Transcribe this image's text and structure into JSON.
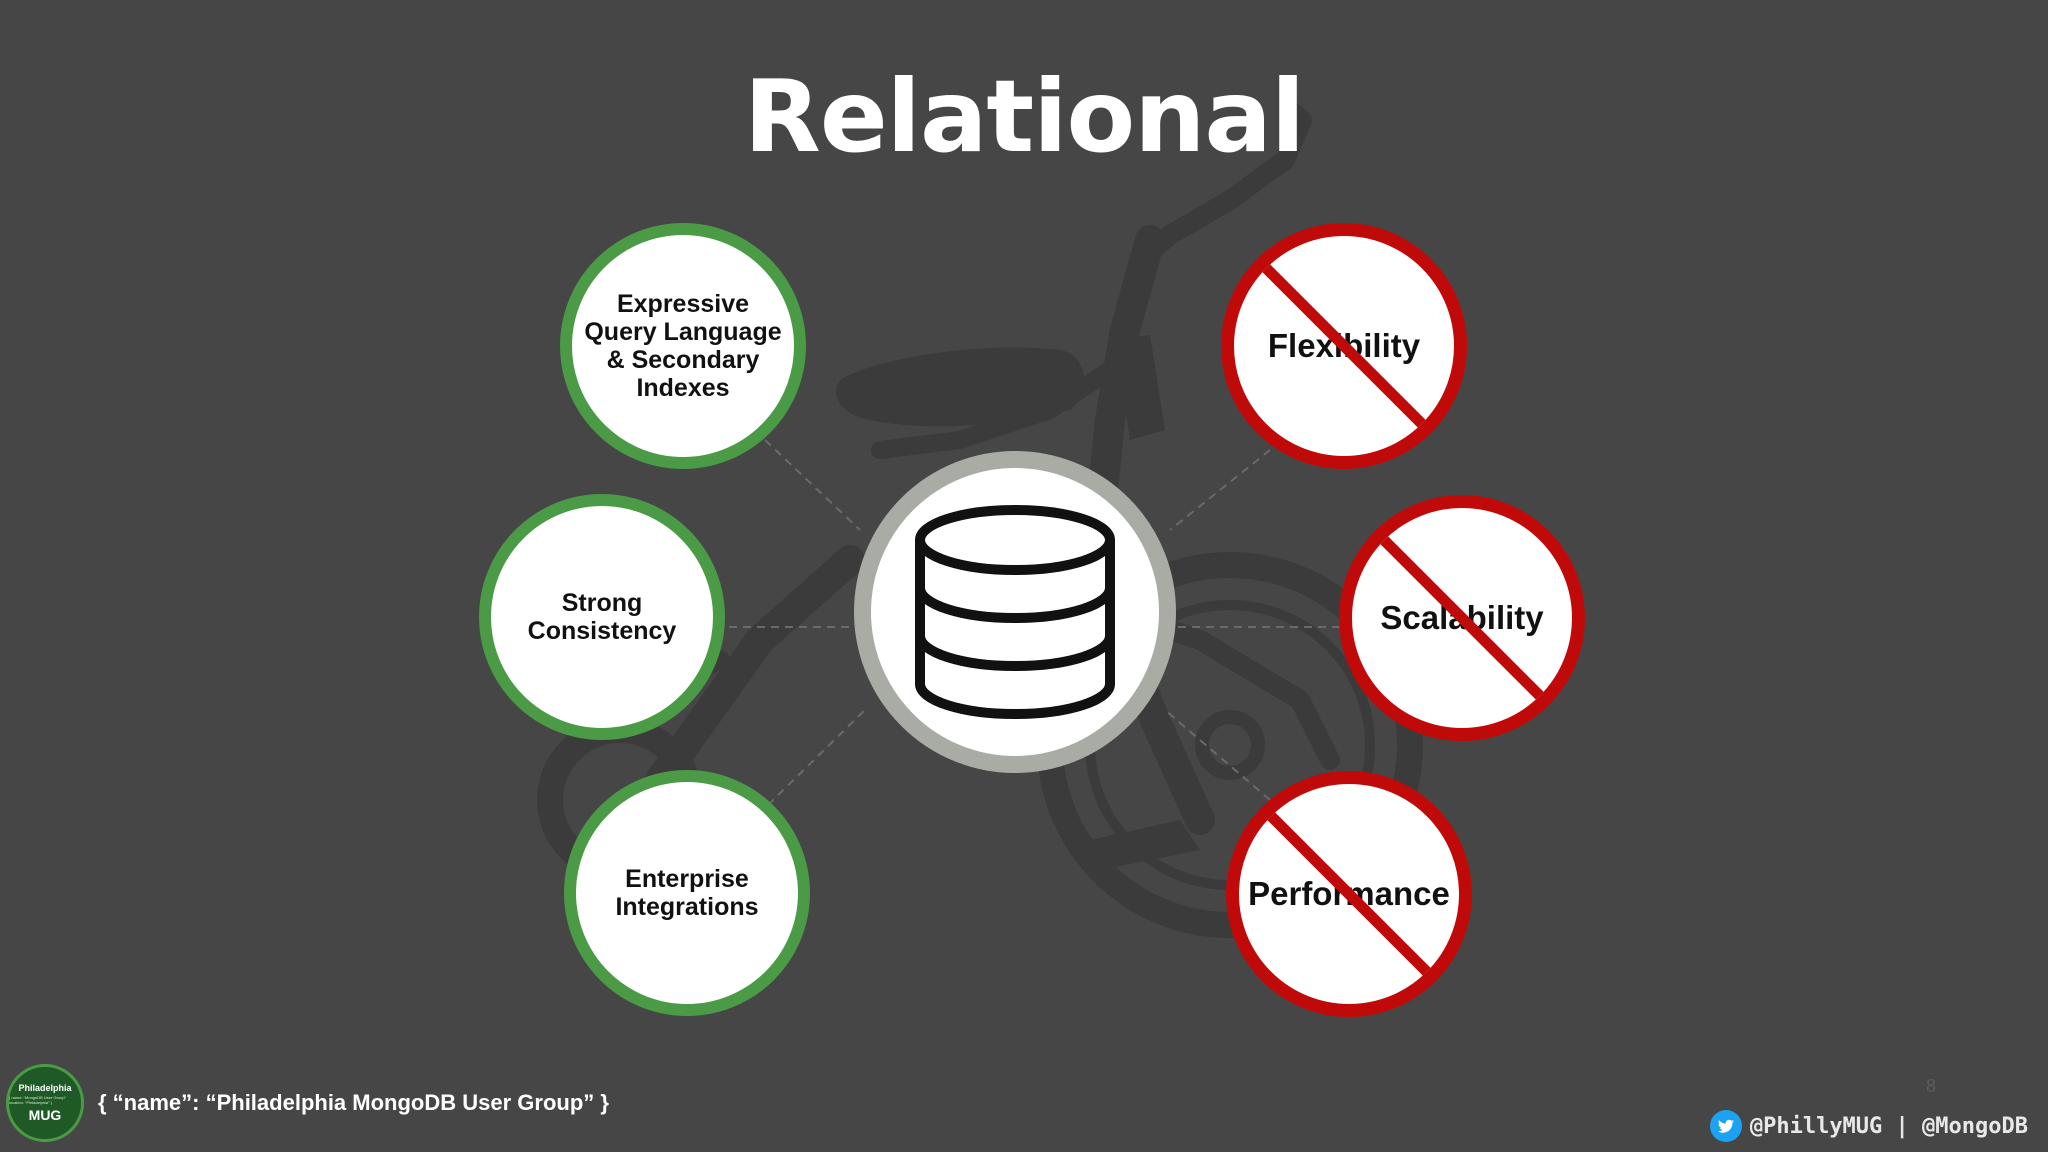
{
  "slide": {
    "title": "Relational"
  },
  "center": {
    "icon": "database-icon"
  },
  "pros": [
    {
      "label": "Expressive\nQuery Language\n& Secondary\nIndexes",
      "icon": "checkmark-circle"
    },
    {
      "label": "Strong\nConsistency",
      "icon": "checkmark-circle"
    },
    {
      "label": "Enterprise\nIntegrations",
      "icon": "checkmark-circle"
    }
  ],
  "cons": [
    {
      "label": "Flexibility",
      "icon": "prohibited-circle"
    },
    {
      "label": "Scalability",
      "icon": "prohibited-circle"
    },
    {
      "label": "Performance",
      "icon": "prohibited-circle"
    }
  ],
  "footer": {
    "group_name": "{ “name”: “Philadelphia MongoDB User Group” }",
    "logo_top": "Philadelphia",
    "logo_middle": "{ name: “MongoDB User Group” location: “Philadelphia” }",
    "logo_bottom": "MUG",
    "page_number": "8",
    "social": "@PhillyMUG | @MongoDB",
    "social_icon": "twitter-bird-icon"
  },
  "colors": {
    "background": "#464646",
    "positive": "#4a9a46",
    "negative": "#c00a0a",
    "center_ring": "#a9aca4",
    "twitter": "#1da1f2"
  }
}
